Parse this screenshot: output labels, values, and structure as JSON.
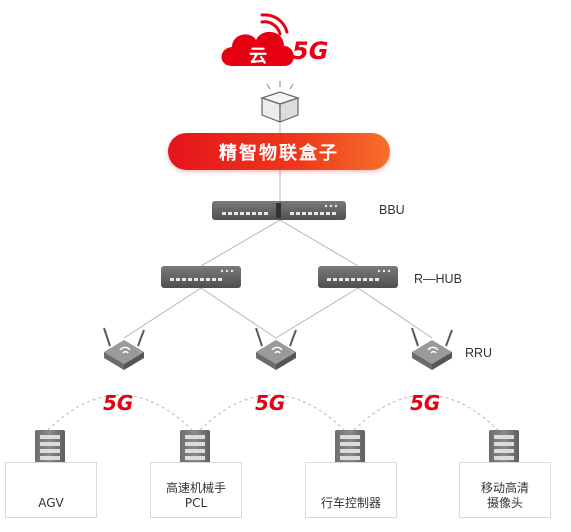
{
  "brand": {
    "cloud_char": "云",
    "network": "5G",
    "accent": "#e60012"
  },
  "title": "精智物联盒子",
  "tiers": {
    "bbu": "BBU",
    "rhub": "R—HUB",
    "rru": "RRU"
  },
  "link_badge": "5G",
  "devices": [
    {
      "name": "AGV",
      "sub": ""
    },
    {
      "name": "高速机械手",
      "sub": "PCL"
    },
    {
      "name": "行车控制器",
      "sub": ""
    },
    {
      "name": "移动高清",
      "sub": "摄像头"
    }
  ],
  "icons": {
    "cloud": "cloud-icon",
    "box": "package-box-icon",
    "bbu": "switch-rack-icon",
    "hub": "hub-switch-icon",
    "rru": "wireless-router-icon",
    "device": "server-tower-icon"
  }
}
